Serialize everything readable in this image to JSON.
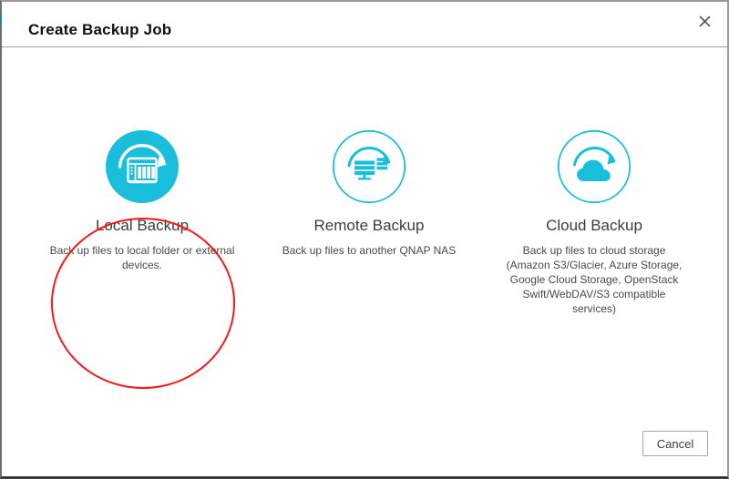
{
  "window": {
    "title": "Create Backup Job",
    "close_icon": "close-icon",
    "accent_color": "#0f8f91"
  },
  "theme": {
    "icon_cyan": "#19bedb",
    "highlight_red": "#f41a1a",
    "title_color": "#111111",
    "text_color": "#3c3c3c"
  },
  "main": {
    "options": [
      {
        "id": "local-backup",
        "icon": "nas-refresh-icon",
        "title": "Local Backup",
        "description": "Back up files to local folder or external devices.",
        "highlighted": true
      },
      {
        "id": "remote-backup",
        "icon": "server-refresh-icon",
        "title": "Remote Backup",
        "description": "Back up files to another QNAP NAS",
        "highlighted": false
      },
      {
        "id": "cloud-backup",
        "icon": "cloud-refresh-icon",
        "title": "Cloud Backup",
        "description": "Back up files to cloud storage (Amazon S3/Glacier, Azure Storage, Google Cloud Storage, OpenStack Swift/WebDAV/S3 compatible services)",
        "highlighted": false
      }
    ]
  },
  "footer": {
    "cancel_label": "Cancel"
  }
}
